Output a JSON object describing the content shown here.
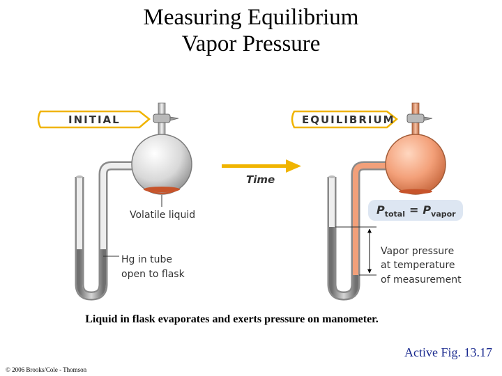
{
  "title": {
    "line1": "Measuring Equilibrium",
    "line2": "Vapor Pressure"
  },
  "diagram": {
    "initial_label": "INITIAL",
    "equilibrium_label": "EQUILIBRIUM",
    "arrow_label": "Time",
    "volatile_liquid_label": "Volatile liquid",
    "hg_label_line1": "Hg in tube",
    "hg_label_line2": "open to flask",
    "equation": {
      "p_symbol": "P",
      "total_subscript": "total",
      "equals": "=",
      "vapor_subscript": "vapor"
    },
    "vapor_label_line1": "Vapor pressure",
    "vapor_label_line2": "at temperature",
    "vapor_label_line3": "of measurement",
    "colors": {
      "banner_border": "#f0b400",
      "arrow": "#f0b400",
      "liquid": "#c7542b",
      "vapor_flask": "#f2a07a",
      "equation_box": "#dde6f2"
    }
  },
  "caption": "Liquid in flask evaporates and exerts pressure on manometer.",
  "figure_ref": "Active Fig. 13.17",
  "copyright": "© 2006 Brooks/Cole - Thomson"
}
